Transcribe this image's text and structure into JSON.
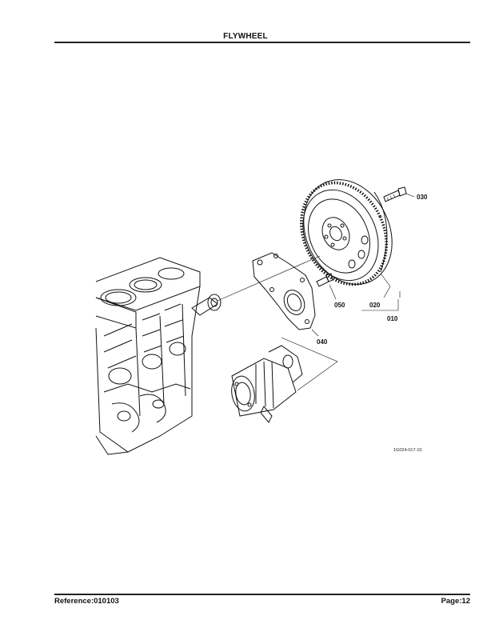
{
  "header": {
    "title": "FLYWHEEL"
  },
  "figure": {
    "callouts": {
      "c010": "010",
      "c020": "020",
      "c030": "030",
      "c040": "040",
      "c050": "050"
    },
    "figure_code": "1G024-017-10"
  },
  "footer": {
    "reference": "Reference:010103",
    "page": "Page:12"
  }
}
